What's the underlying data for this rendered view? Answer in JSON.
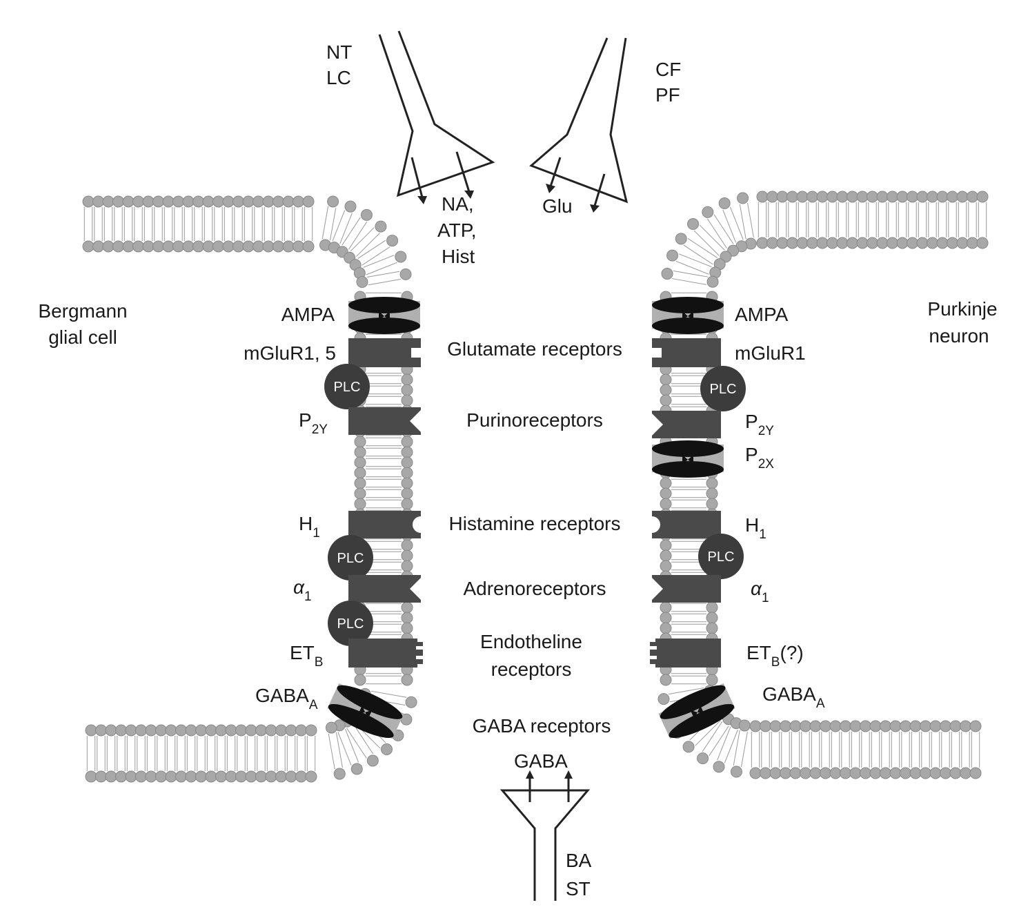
{
  "terminals": {
    "top_left": {
      "lines": [
        "NT",
        "LC"
      ],
      "transmitters": [
        "NA,",
        "ATP,",
        "Hist"
      ]
    },
    "top_right": {
      "lines": [
        "CF",
        "PF"
      ],
      "transmitter": "Glu"
    },
    "bottom": {
      "lines": [
        "BA",
        "ST"
      ],
      "transmitter": "GABA"
    }
  },
  "cells": {
    "left": [
      "Bergmann",
      "glial cell"
    ],
    "right": [
      "Purkinje",
      "neuron"
    ]
  },
  "receptor_classes": {
    "glutamate": "Glutamate receptors",
    "purino": "Purinoreceptors",
    "histamine": "Histamine receptors",
    "adreno": "Adrenoreceptors",
    "endotheline": [
      "Endotheline",
      "receptors"
    ],
    "gaba": "GABA receptors"
  },
  "left_labels": {
    "ampa": "AMPA",
    "mglur": "mGluR1, 5",
    "p2y": {
      "main": "P",
      "sub": "2Y"
    },
    "h1": {
      "main": "H",
      "sub": "1"
    },
    "alpha1": {
      "main": "α",
      "sub": "1"
    },
    "etb": {
      "main": "ET",
      "sub": "B"
    },
    "gabaa": {
      "main": "GABA",
      "sub": "A"
    }
  },
  "right_labels": {
    "ampa": "AMPA",
    "mglur": "mGluR1",
    "p2y": {
      "main": "P",
      "sub": "2Y"
    },
    "p2x": {
      "main": "P",
      "sub": "2X"
    },
    "h1": {
      "main": "H",
      "sub": "1"
    },
    "alpha1": {
      "main": "α",
      "sub": "1"
    },
    "etb": {
      "main": "ET",
      "sub": "B",
      "suffix": "(?)"
    },
    "gabaa": {
      "main": "GABA",
      "sub": "A"
    }
  },
  "plc_label": "PLC",
  "colors": {
    "receptor": "#4a4a4a",
    "channel_dark": "#111111",
    "channel_light": "#b0b0b0",
    "lipid_head": "#a8a8a8",
    "plc": "#3c3c3c"
  }
}
